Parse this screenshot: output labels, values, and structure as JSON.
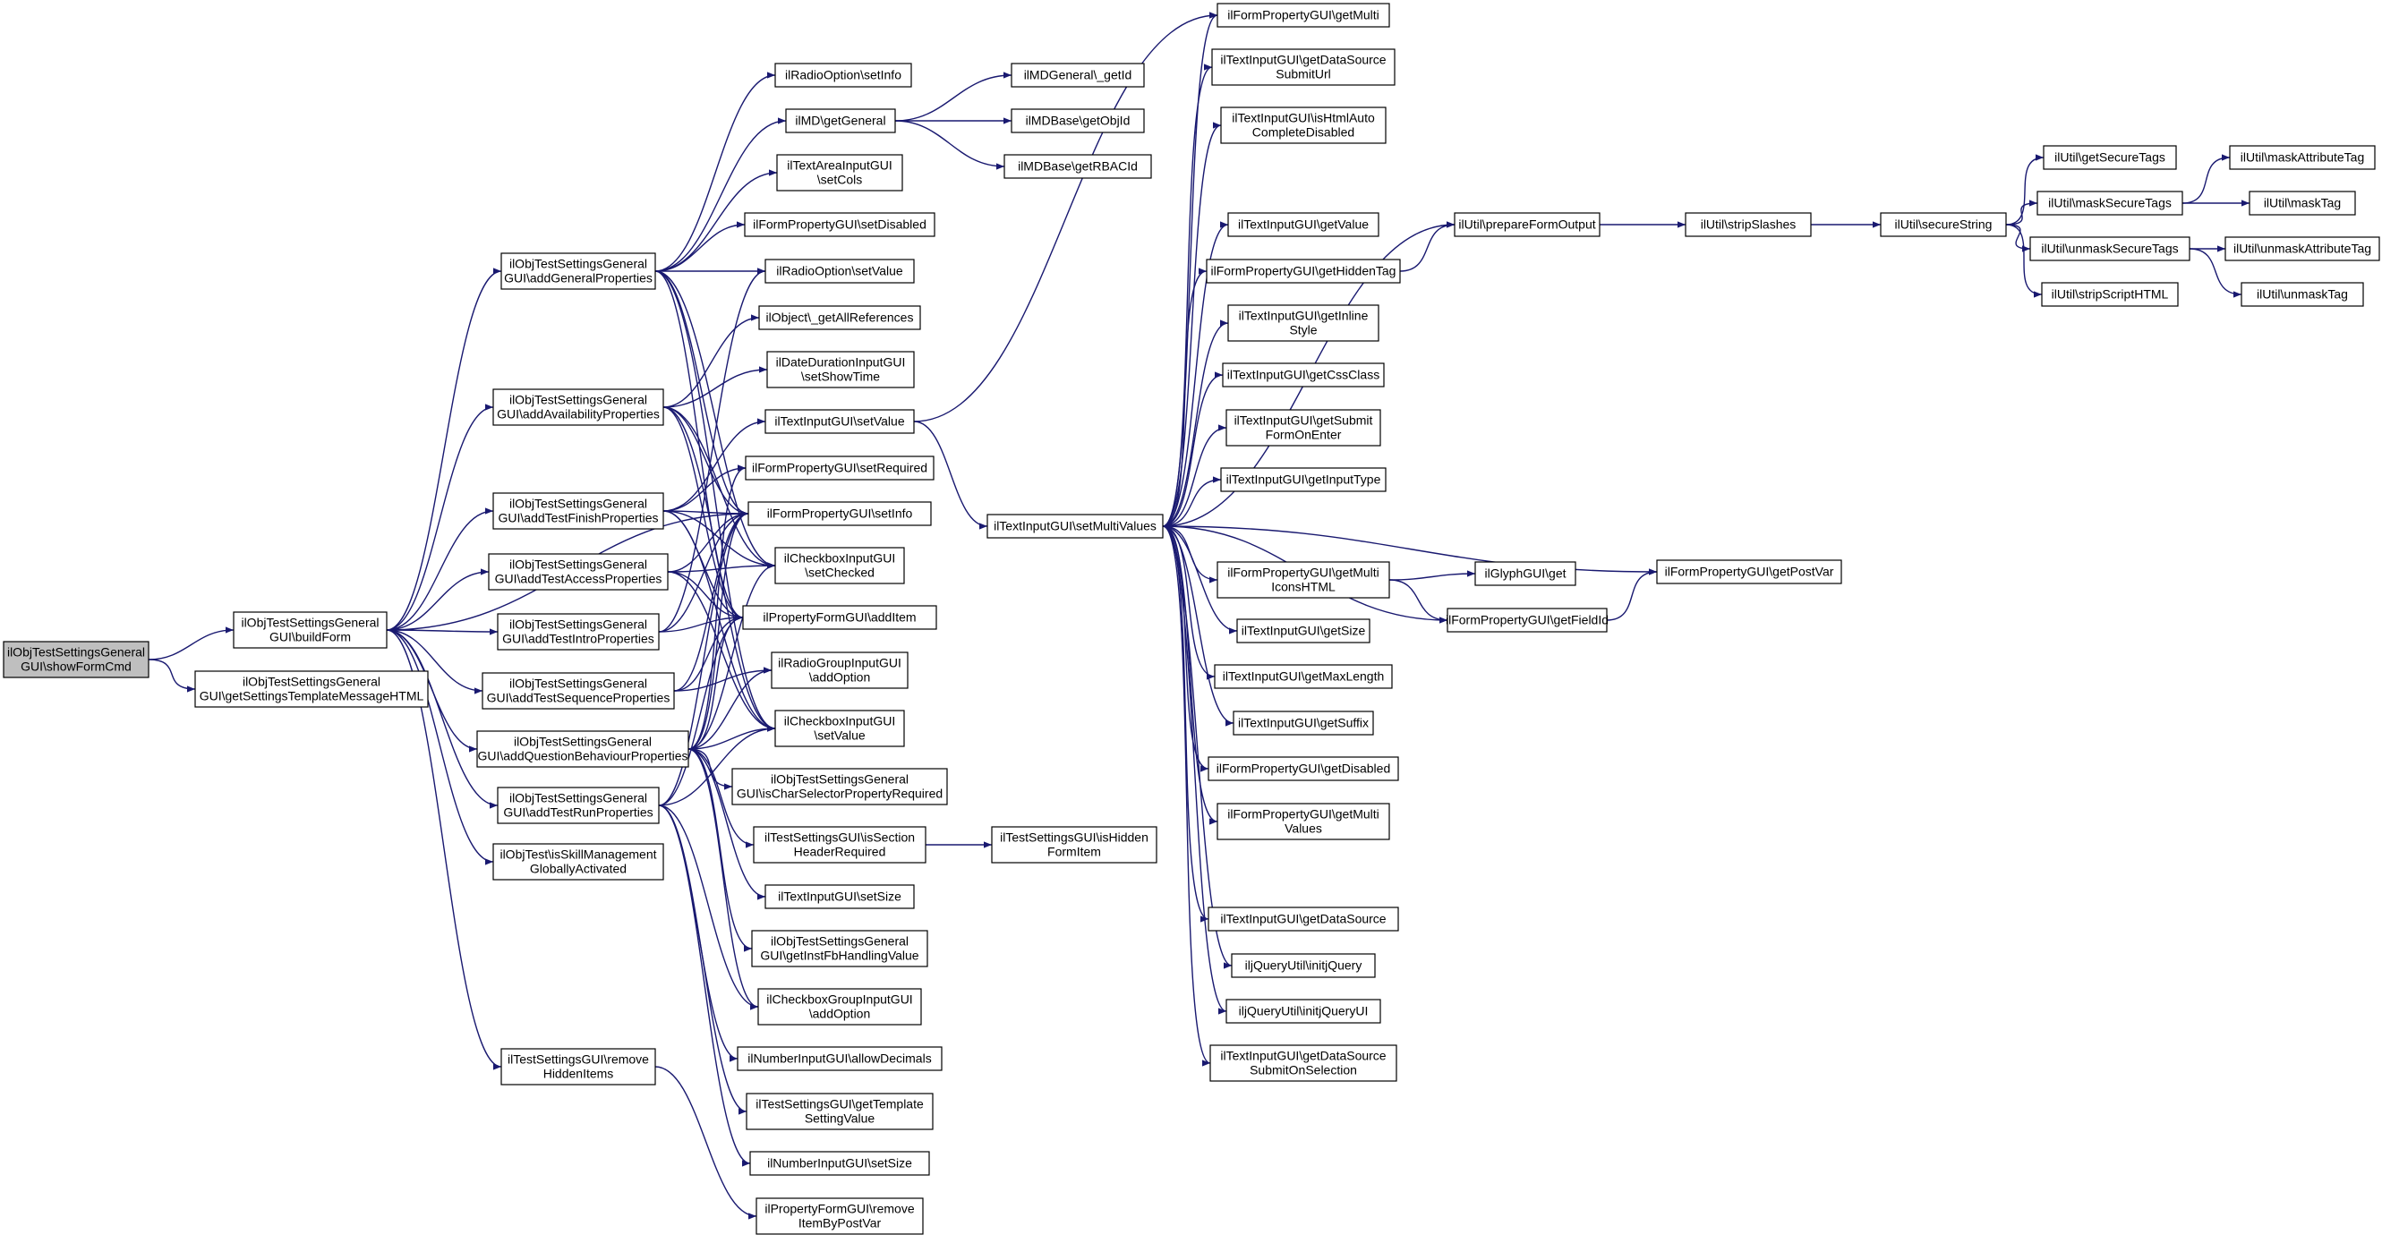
{
  "diagram": {
    "type": "call-graph",
    "edge_color": "#191970",
    "node_fill": "#ffffff",
    "root_fill": "#bfbfbf",
    "nodes": [
      {
        "id": "n0",
        "lines": [
          "ilObjTestSettingsGeneral",
          "GUI\\showFormCmd"
        ],
        "root": true
      },
      {
        "id": "n1",
        "lines": [
          "ilObjTestSettingsGeneral",
          "GUI\\buildForm"
        ]
      },
      {
        "id": "n2",
        "lines": [
          "ilObjTestSettingsGeneral",
          "GUI\\getSettingsTemplateMessageHTML"
        ]
      },
      {
        "id": "n3",
        "lines": [
          "ilObjTestSettingsGeneral",
          "GUI\\addGeneralProperties"
        ]
      },
      {
        "id": "n4",
        "lines": [
          "ilObjTestSettingsGeneral",
          "GUI\\addAvailabilityProperties"
        ]
      },
      {
        "id": "n5",
        "lines": [
          "ilObjTestSettingsGeneral",
          "GUI\\addTestFinishProperties"
        ]
      },
      {
        "id": "n6",
        "lines": [
          "ilObjTestSettingsGeneral",
          "GUI\\addTestAccessProperties"
        ]
      },
      {
        "id": "n7",
        "lines": [
          "ilObjTestSettingsGeneral",
          "GUI\\addTestIntroProperties"
        ]
      },
      {
        "id": "n8",
        "lines": [
          "ilObjTestSettingsGeneral",
          "GUI\\addTestSequenceProperties"
        ]
      },
      {
        "id": "n9",
        "lines": [
          "ilObjTestSettingsGeneral",
          "GUI\\addQuestionBehaviourProperties"
        ]
      },
      {
        "id": "n10",
        "lines": [
          "ilObjTestSettingsGeneral",
          "GUI\\addTestRunProperties"
        ]
      },
      {
        "id": "n11",
        "lines": [
          "ilObjTest\\isSkillManagement",
          "GloballyActivated"
        ]
      },
      {
        "id": "n12",
        "lines": [
          "ilTestSettingsGUI\\remove",
          "HiddenItems"
        ]
      },
      {
        "id": "n13",
        "lines": [
          "ilRadioOption\\setInfo"
        ]
      },
      {
        "id": "n14",
        "lines": [
          "ilMD\\getGeneral"
        ]
      },
      {
        "id": "n15",
        "lines": [
          "ilTextAreaInputGUI",
          "\\setCols"
        ]
      },
      {
        "id": "n16",
        "lines": [
          "ilFormPropertyGUI\\setDisabled"
        ]
      },
      {
        "id": "n17",
        "lines": [
          "ilRadioOption\\setValue"
        ]
      },
      {
        "id": "n18",
        "lines": [
          "ilObject\\_getAllReferences"
        ]
      },
      {
        "id": "n19",
        "lines": [
          "ilDateDurationInputGUI",
          "\\setShowTime"
        ]
      },
      {
        "id": "n20",
        "lines": [
          "ilTextInputGUI\\setValue"
        ]
      },
      {
        "id": "n21",
        "lines": [
          "ilFormPropertyGUI\\setRequired"
        ]
      },
      {
        "id": "n22",
        "lines": [
          "ilFormPropertyGUI\\setInfo"
        ]
      },
      {
        "id": "n23",
        "lines": [
          "ilCheckboxInputGUI",
          "\\setChecked"
        ]
      },
      {
        "id": "n24",
        "lines": [
          "ilPropertyFormGUI\\addItem"
        ]
      },
      {
        "id": "n25",
        "lines": [
          "ilRadioGroupInputGUI",
          "\\addOption"
        ]
      },
      {
        "id": "n26",
        "lines": [
          "ilCheckboxInputGUI",
          "\\setValue"
        ]
      },
      {
        "id": "n27",
        "lines": [
          "ilObjTestSettingsGeneral",
          "GUI\\isCharSelectorPropertyRequired"
        ]
      },
      {
        "id": "n28",
        "lines": [
          "ilTestSettingsGUI\\isSection",
          "HeaderRequired"
        ]
      },
      {
        "id": "n29",
        "lines": [
          "ilTextInputGUI\\setSize"
        ]
      },
      {
        "id": "n30",
        "lines": [
          "ilObjTestSettingsGeneral",
          "GUI\\getInstFbHandlingValue"
        ]
      },
      {
        "id": "n31",
        "lines": [
          "ilCheckboxGroupInputGUI",
          "\\addOption"
        ]
      },
      {
        "id": "n32",
        "lines": [
          "ilNumberInputGUI\\allowDecimals"
        ]
      },
      {
        "id": "n33",
        "lines": [
          "ilTestSettingsGUI\\getTemplate",
          "SettingValue"
        ]
      },
      {
        "id": "n34",
        "lines": [
          "ilNumberInputGUI\\setSize"
        ]
      },
      {
        "id": "n35",
        "lines": [
          "ilPropertyFormGUI\\remove",
          "ItemByPostVar"
        ]
      },
      {
        "id": "n36",
        "lines": [
          "ilMDGeneral\\_getId"
        ]
      },
      {
        "id": "n37",
        "lines": [
          "ilMDBase\\getObjId"
        ]
      },
      {
        "id": "n38",
        "lines": [
          "ilMDBase\\getRBACId"
        ]
      },
      {
        "id": "n39",
        "lines": [
          "ilTestSettingsGUI\\isHidden",
          "FormItem"
        ]
      },
      {
        "id": "n40",
        "lines": [
          "ilTextInputGUI\\setMultiValues"
        ]
      },
      {
        "id": "n41",
        "lines": [
          "ilFormPropertyGUI\\getMulti"
        ]
      },
      {
        "id": "n42",
        "lines": [
          "ilTextInputGUI\\getDataSource",
          "SubmitUrl"
        ]
      },
      {
        "id": "n43",
        "lines": [
          "ilTextInputGUI\\isHtmlAuto",
          "CompleteDisabled"
        ]
      },
      {
        "id": "n44",
        "lines": [
          "ilTextInputGUI\\getValue"
        ]
      },
      {
        "id": "n45",
        "lines": [
          "ilFormPropertyGUI\\getHiddenTag"
        ]
      },
      {
        "id": "n46",
        "lines": [
          "ilTextInputGUI\\getInline",
          "Style"
        ]
      },
      {
        "id": "n47",
        "lines": [
          "ilTextInputGUI\\getCssClass"
        ]
      },
      {
        "id": "n48",
        "lines": [
          "ilTextInputGUI\\getSubmit",
          "FormOnEnter"
        ]
      },
      {
        "id": "n49",
        "lines": [
          "ilTextInputGUI\\getInputType"
        ]
      },
      {
        "id": "n50",
        "lines": [
          "ilFormPropertyGUI\\getMulti",
          "IconsHTML"
        ]
      },
      {
        "id": "n51",
        "lines": [
          "ilTextInputGUI\\getSize"
        ]
      },
      {
        "id": "n52",
        "lines": [
          "ilTextInputGUI\\getMaxLength"
        ]
      },
      {
        "id": "n53",
        "lines": [
          "ilTextInputGUI\\getSuffix"
        ]
      },
      {
        "id": "n54",
        "lines": [
          "ilFormPropertyGUI\\getDisabled"
        ]
      },
      {
        "id": "n55",
        "lines": [
          "ilFormPropertyGUI\\getMulti",
          "Values"
        ]
      },
      {
        "id": "n56",
        "lines": [
          "ilTextInputGUI\\getDataSource"
        ]
      },
      {
        "id": "n57",
        "lines": [
          "iljQueryUtil\\initjQuery"
        ]
      },
      {
        "id": "n58",
        "lines": [
          "iljQueryUtil\\initjQueryUI"
        ]
      },
      {
        "id": "n59",
        "lines": [
          "ilTextInputGUI\\getDataSource",
          "SubmitOnSelection"
        ]
      },
      {
        "id": "n60",
        "lines": [
          "ilUtil\\prepareFormOutput"
        ]
      },
      {
        "id": "n61",
        "lines": [
          "ilGlyphGUI\\get"
        ]
      },
      {
        "id": "n62",
        "lines": [
          "ilFormPropertyGUI\\getFieldId"
        ]
      },
      {
        "id": "n63",
        "lines": [
          "ilFormPropertyGUI\\getPostVar"
        ]
      },
      {
        "id": "n64",
        "lines": [
          "ilUtil\\stripSlashes"
        ]
      },
      {
        "id": "n65",
        "lines": [
          "ilUtil\\secureString"
        ]
      },
      {
        "id": "n66",
        "lines": [
          "ilUtil\\getSecureTags"
        ]
      },
      {
        "id": "n67",
        "lines": [
          "ilUtil\\maskSecureTags"
        ]
      },
      {
        "id": "n68",
        "lines": [
          "ilUtil\\unmaskSecureTags"
        ]
      },
      {
        "id": "n69",
        "lines": [
          "ilUtil\\stripScriptHTML"
        ]
      },
      {
        "id": "n70",
        "lines": [
          "ilUtil\\maskAttributeTag"
        ]
      },
      {
        "id": "n71",
        "lines": [
          "ilUtil\\maskTag"
        ]
      },
      {
        "id": "n72",
        "lines": [
          "ilUtil\\unmaskAttributeTag"
        ]
      },
      {
        "id": "n73",
        "lines": [
          "ilUtil\\unmaskTag"
        ]
      }
    ],
    "edges": [
      [
        "n0",
        "n1"
      ],
      [
        "n0",
        "n2"
      ],
      [
        "n1",
        "n3"
      ],
      [
        "n1",
        "n4"
      ],
      [
        "n1",
        "n5"
      ],
      [
        "n1",
        "n6"
      ],
      [
        "n1",
        "n7"
      ],
      [
        "n1",
        "n8"
      ],
      [
        "n1",
        "n9"
      ],
      [
        "n1",
        "n10"
      ],
      [
        "n1",
        "n11"
      ],
      [
        "n1",
        "n12"
      ],
      [
        "n1",
        "n22"
      ],
      [
        "n3",
        "n13"
      ],
      [
        "n3",
        "n14"
      ],
      [
        "n3",
        "n15"
      ],
      [
        "n3",
        "n16"
      ],
      [
        "n3",
        "n17"
      ],
      [
        "n3",
        "n22"
      ],
      [
        "n3",
        "n24"
      ],
      [
        "n3",
        "n26"
      ],
      [
        "n3",
        "n23"
      ],
      [
        "n14",
        "n36"
      ],
      [
        "n14",
        "n37"
      ],
      [
        "n14",
        "n38"
      ],
      [
        "n4",
        "n18"
      ],
      [
        "n4",
        "n19"
      ],
      [
        "n4",
        "n22"
      ],
      [
        "n4",
        "n24"
      ],
      [
        "n4",
        "n26"
      ],
      [
        "n4",
        "n23"
      ],
      [
        "n5",
        "n20"
      ],
      [
        "n5",
        "n21"
      ],
      [
        "n5",
        "n22"
      ],
      [
        "n5",
        "n23"
      ],
      [
        "n5",
        "n24"
      ],
      [
        "n5",
        "n26"
      ],
      [
        "n6",
        "n22"
      ],
      [
        "n6",
        "n23"
      ],
      [
        "n6",
        "n24"
      ],
      [
        "n6",
        "n26"
      ],
      [
        "n7",
        "n17"
      ],
      [
        "n7",
        "n22"
      ],
      [
        "n7",
        "n24"
      ],
      [
        "n8",
        "n22"
      ],
      [
        "n8",
        "n24"
      ],
      [
        "n8",
        "n25"
      ],
      [
        "n9",
        "n21"
      ],
      [
        "n9",
        "n22"
      ],
      [
        "n9",
        "n23"
      ],
      [
        "n9",
        "n24"
      ],
      [
        "n9",
        "n25"
      ],
      [
        "n9",
        "n26"
      ],
      [
        "n9",
        "n27"
      ],
      [
        "n9",
        "n28"
      ],
      [
        "n9",
        "n29"
      ],
      [
        "n9",
        "n30"
      ],
      [
        "n9",
        "n31"
      ],
      [
        "n10",
        "n22"
      ],
      [
        "n10",
        "n24"
      ],
      [
        "n10",
        "n26"
      ],
      [
        "n10",
        "n31"
      ],
      [
        "n10",
        "n32"
      ],
      [
        "n10",
        "n33"
      ],
      [
        "n10",
        "n34"
      ],
      [
        "n12",
        "n35"
      ],
      [
        "n28",
        "n39"
      ],
      [
        "n20",
        "n40"
      ],
      [
        "n20",
        "n41"
      ],
      [
        "n40",
        "n41"
      ],
      [
        "n40",
        "n42"
      ],
      [
        "n40",
        "n43"
      ],
      [
        "n40",
        "n44"
      ],
      [
        "n40",
        "n45"
      ],
      [
        "n40",
        "n46"
      ],
      [
        "n40",
        "n47"
      ],
      [
        "n40",
        "n48"
      ],
      [
        "n40",
        "n49"
      ],
      [
        "n40",
        "n50"
      ],
      [
        "n40",
        "n51"
      ],
      [
        "n40",
        "n52"
      ],
      [
        "n40",
        "n53"
      ],
      [
        "n40",
        "n54"
      ],
      [
        "n40",
        "n55"
      ],
      [
        "n40",
        "n56"
      ],
      [
        "n40",
        "n57"
      ],
      [
        "n40",
        "n58"
      ],
      [
        "n40",
        "n59"
      ],
      [
        "n40",
        "n60"
      ],
      [
        "n40",
        "n62"
      ],
      [
        "n40",
        "n63"
      ],
      [
        "n45",
        "n60"
      ],
      [
        "n50",
        "n61"
      ],
      [
        "n50",
        "n62"
      ],
      [
        "n62",
        "n63"
      ],
      [
        "n60",
        "n64"
      ],
      [
        "n64",
        "n65"
      ],
      [
        "n65",
        "n66"
      ],
      [
        "n65",
        "n67"
      ],
      [
        "n65",
        "n68"
      ],
      [
        "n65",
        "n69"
      ],
      [
        "n67",
        "n70"
      ],
      [
        "n67",
        "n71"
      ],
      [
        "n68",
        "n72"
      ],
      [
        "n68",
        "n73"
      ]
    ]
  }
}
